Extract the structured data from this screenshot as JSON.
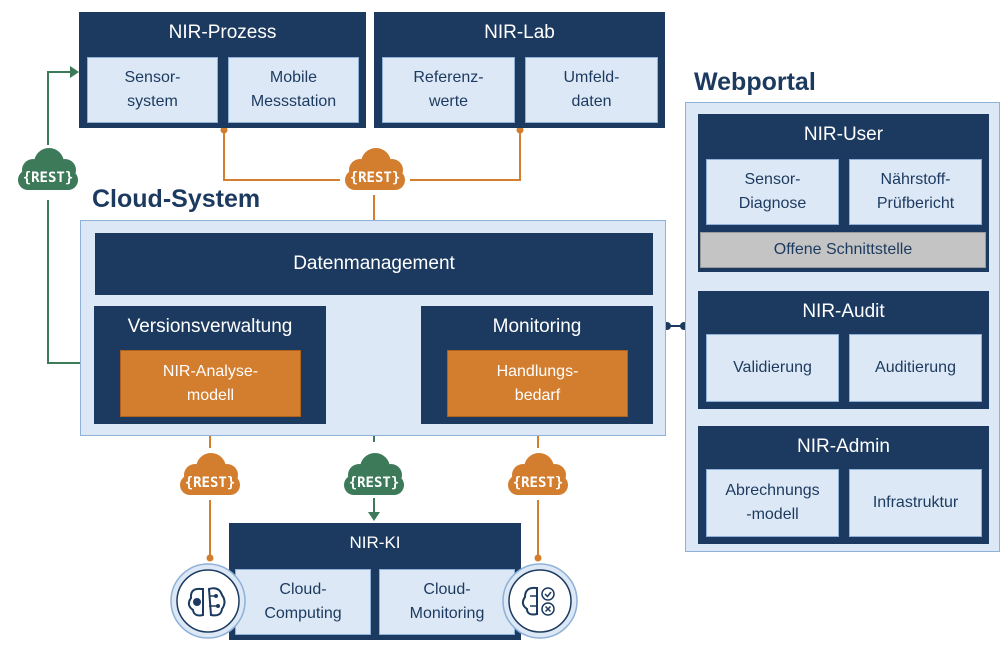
{
  "nir_prozess": {
    "title": "NIR-Prozess",
    "items": [
      "Sensor-\nsystem",
      "Mobile\nMessstation"
    ]
  },
  "nir_lab": {
    "title": "NIR-Lab",
    "items": [
      "Referenz-\nwerte",
      "Umfeld-\ndaten"
    ]
  },
  "cloud_system": {
    "title": "Cloud-System",
    "datenmanagement": "Datenmanagement",
    "versionsverwaltung": {
      "title": "Versionsverwaltung",
      "item": "NIR-Analyse-\nmodell"
    },
    "monitoring": {
      "title": "Monitoring",
      "item": "Handlungs-\nbedarf"
    }
  },
  "webportal": {
    "title": "Webportal",
    "nir_user": {
      "title": "NIR-User",
      "items": [
        "Sensor-\nDiagnose",
        "Nährstoff-\nPrüfbericht"
      ],
      "interface": "Offene Schnittstelle"
    },
    "nir_audit": {
      "title": "NIR-Audit",
      "items": [
        "Validierung",
        "Auditierung"
      ]
    },
    "nir_admin": {
      "title": "NIR-Admin",
      "items": [
        "Abrechnungs\n-modell",
        "Infrastruktur"
      ]
    }
  },
  "nir_ki": {
    "title": "NIR-KI",
    "items": [
      "Cloud-\nComputing",
      "Cloud-\nMonitoring"
    ]
  },
  "rest_label": "{REST}",
  "colors": {
    "navy": "#1c3a5f",
    "light_blue": "#dce8f5",
    "orange": "#d37d2e",
    "green": "#3c7a5a",
    "gray": "#c4c4c4"
  },
  "icons": [
    "brain-gear-icon",
    "brain-check-icon"
  ]
}
